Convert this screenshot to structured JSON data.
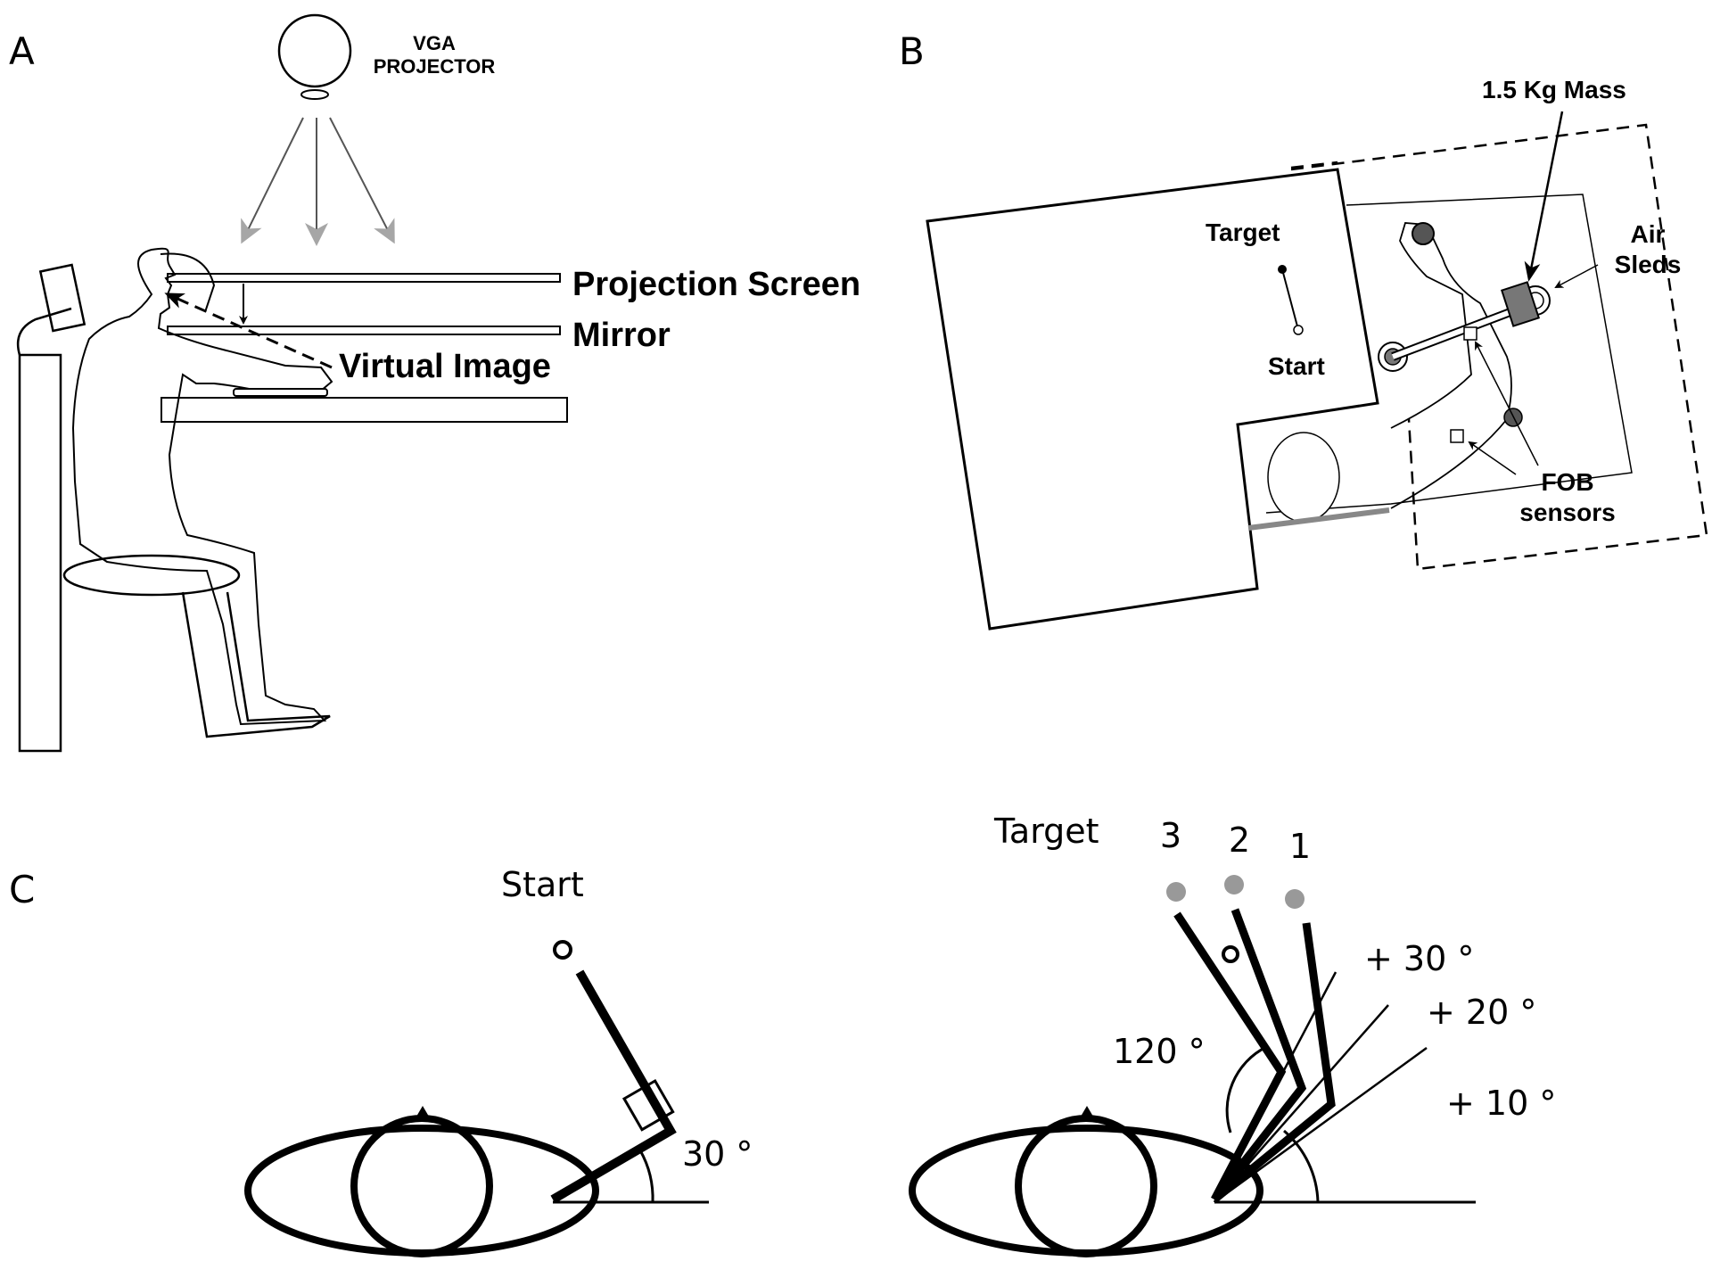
{
  "panel_a": {
    "letter": "A",
    "projector_line1": "VGA",
    "projector_line2": "PROJECTOR",
    "projection_screen": "Projection Screen",
    "mirror": "Mirror",
    "virtual_image": "Virtual Image"
  },
  "panel_b": {
    "letter": "B",
    "mass": "1.5 Kg Mass",
    "target": "Target",
    "start": "Start",
    "air_sleds_line1": "Air",
    "air_sleds_line2": "Sleds",
    "fob_line1": "FOB",
    "fob_line2": "sensors"
  },
  "panel_c": {
    "letter": "C",
    "start": "Start",
    "start_angle": "30 °",
    "target": "Target",
    "target_numbers": [
      "3",
      "2",
      "1"
    ],
    "elbow_angle": "120 °",
    "offsets": [
      "+ 30 °",
      "+ 20 °",
      "+ 10 °"
    ]
  },
  "colors": {
    "ink": "#000000",
    "gray_arrow": "#a6a6a6",
    "target_dot": "#999999",
    "sled_fill": "#777777"
  }
}
